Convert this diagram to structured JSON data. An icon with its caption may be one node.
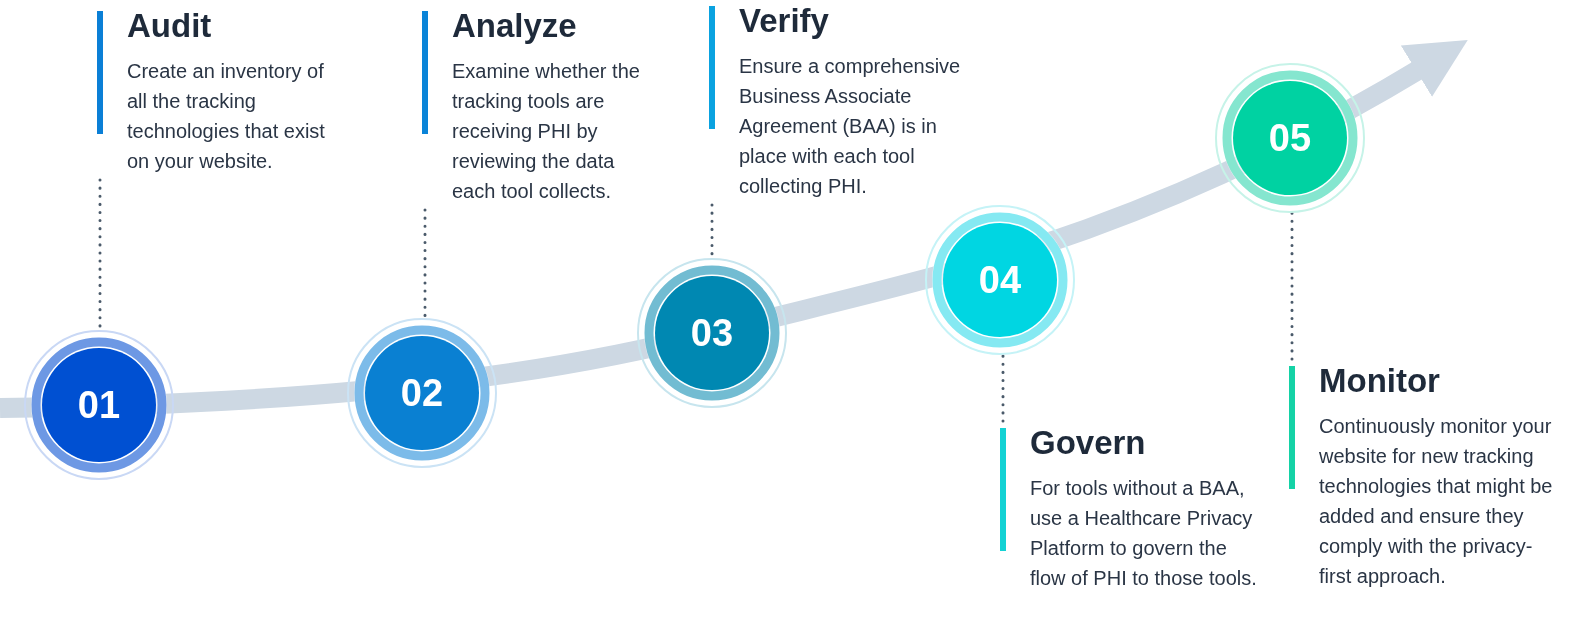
{
  "diagram": {
    "nodes": [
      {
        "text": [
          "Audit",
          "Create an inventory of all the tracking technologies that exist on your website."
        ]
      },
      {
        "text": [
          "01"
        ]
      },
      {
        "text": [
          "Analyze",
          "Examine whether the tracking tools are receiving PHI by reviewing the data each tool collects."
        ]
      },
      {
        "text": [
          "02"
        ]
      },
      {
        "text": [
          "Verify",
          "Ensure a comprehensive Business Associate Agreement (BAA) is in place with each tool collecting PHI."
        ]
      },
      {
        "text": [
          "03"
        ]
      },
      {
        "text": [
          "04"
        ]
      },
      {
        "text": [
          "Govern",
          "For tools without a BAA, use a Healthcare Privacy Platform to govern the flow of PHI to those tools."
        ]
      },
      {
        "text": [
          "05"
        ]
      },
      {
        "text": [
          "Monitor",
          "Continuously monitor your website for new tracking technologies that might be added and ensure they comply with the privacy-first approach."
        ]
      }
    ],
    "edges": [
      {
        "from": 0,
        "to": 1,
        "arrow": "none"
      },
      {
        "from": 2,
        "to": 3,
        "arrow": "none"
      },
      {
        "from": 4,
        "to": 5,
        "arrow": "none"
      },
      {
        "from": 7,
        "to": 6,
        "arrow": "none"
      },
      {
        "from": 9,
        "to": 8,
        "arrow": "none"
      }
    ]
  }
}
